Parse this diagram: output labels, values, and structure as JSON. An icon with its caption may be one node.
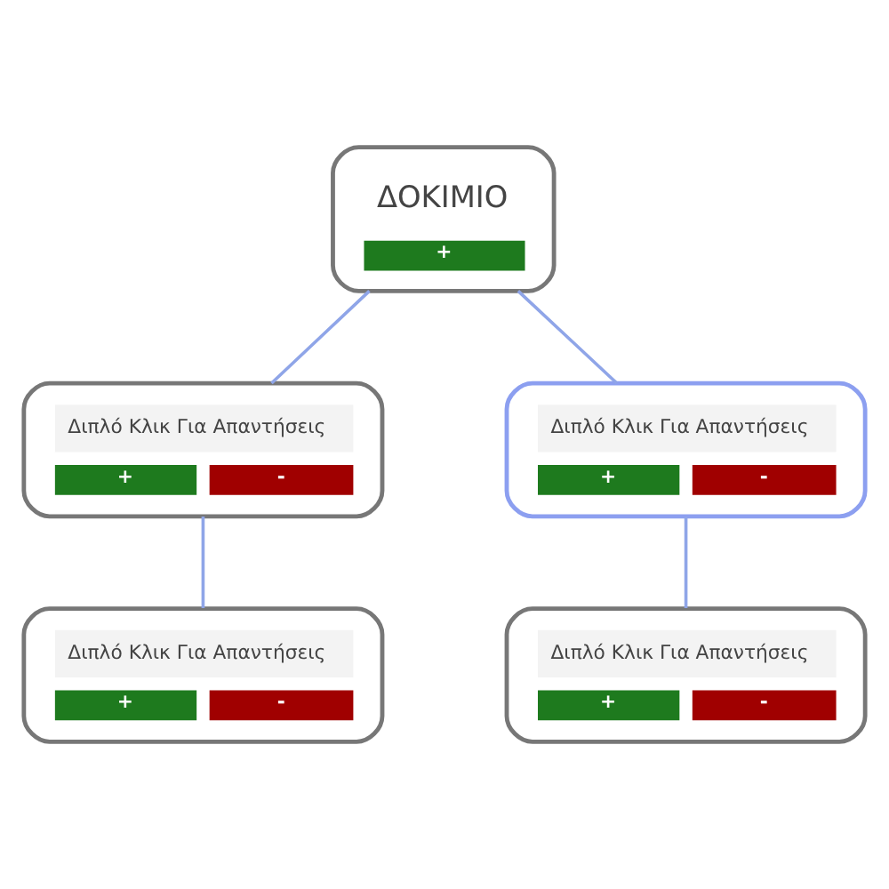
{
  "diagram": {
    "nodes": [
      {
        "text": [
          "ΔΟΚΙΜΙΟ",
          "+"
        ]
      },
      {
        "text": [
          "Διπλό Κλικ Για Απαντήσεις",
          "+",
          "-"
        ]
      },
      {
        "text": [
          "Διπλό Κλικ Για Απαντήσεις",
          "+",
          "-"
        ]
      },
      {
        "text": [
          "Διπλό Κλικ Για Απαντήσεις",
          "+",
          "-"
        ]
      },
      {
        "text": [
          "Διπλό Κλικ Για Απαντήσεις",
          "+",
          "-"
        ]
      }
    ],
    "edges": [
      {
        "from": 0,
        "to": 1,
        "arrow": "none"
      },
      {
        "from": 0,
        "to": 2,
        "arrow": "none"
      },
      {
        "from": 1,
        "to": 3,
        "arrow": "none"
      },
      {
        "from": 2,
        "to": 4,
        "arrow": "none"
      }
    ]
  }
}
